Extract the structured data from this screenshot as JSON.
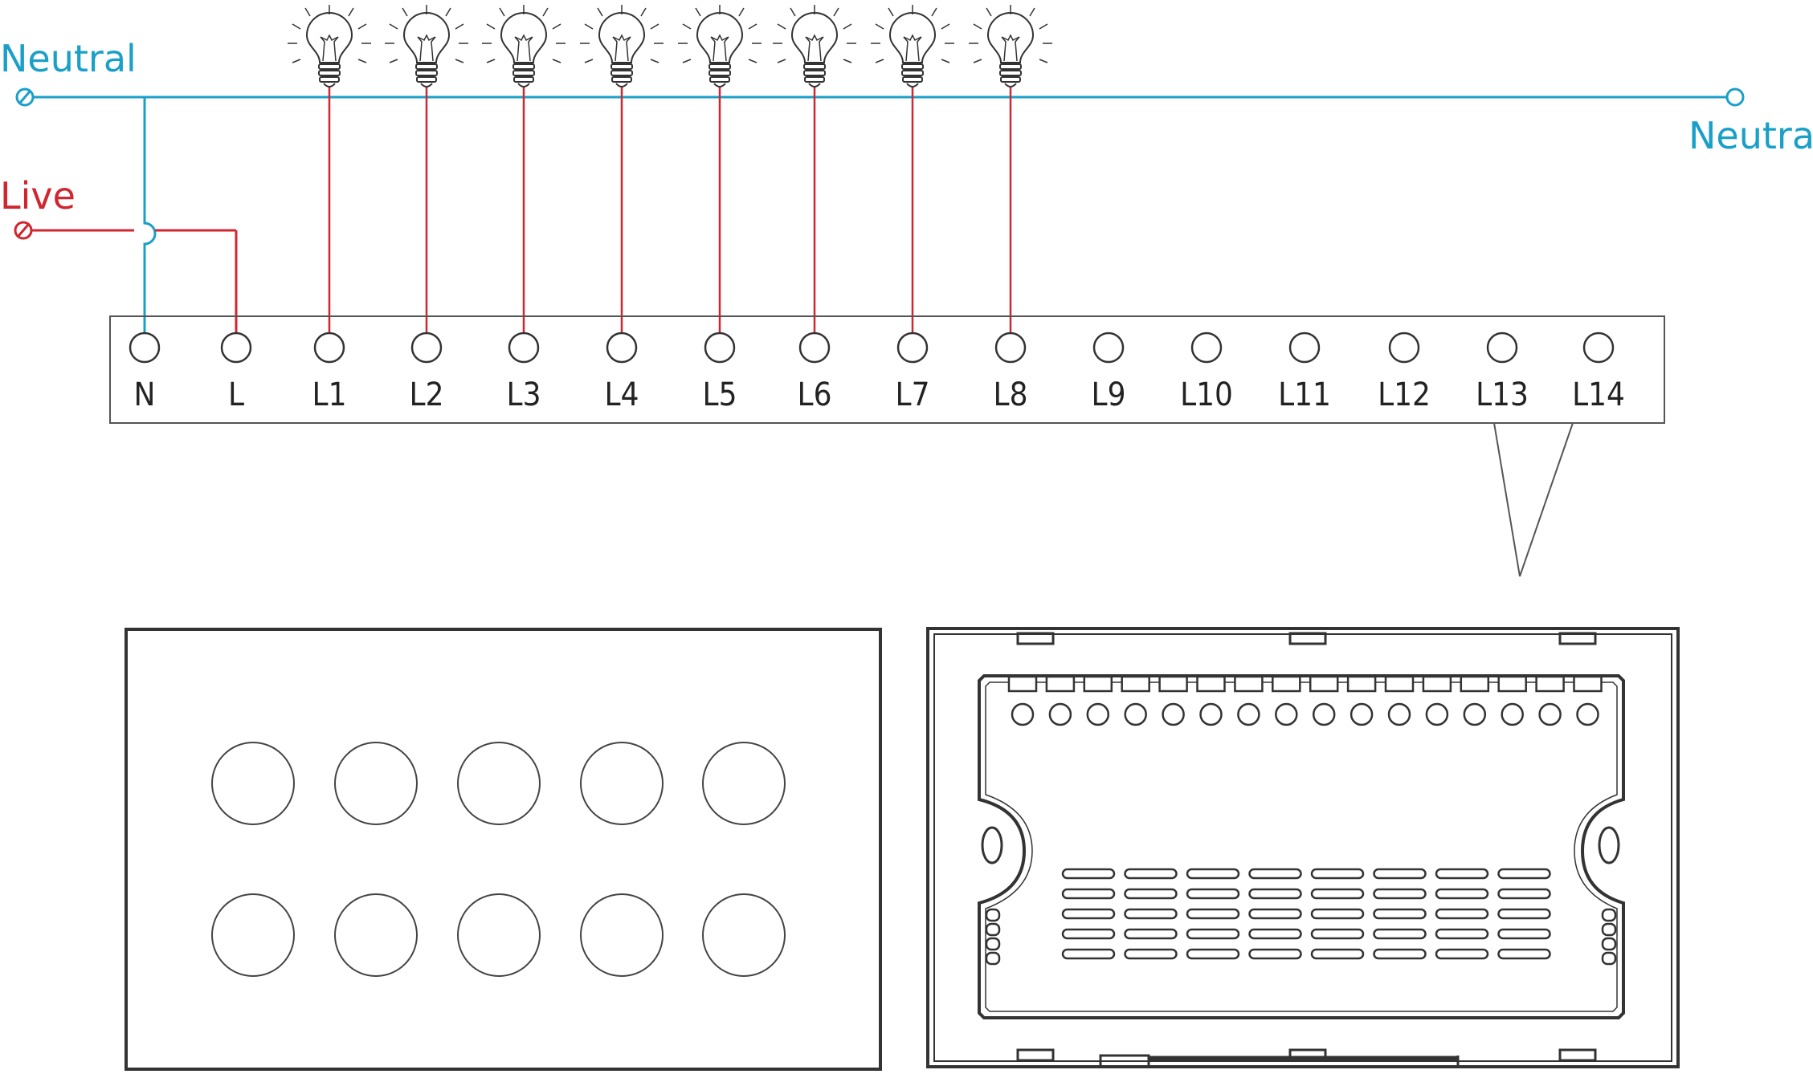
{
  "labels": {
    "neutral_left": "Neutral",
    "neutral_right": "Neutral",
    "live": "Live"
  },
  "terminals": [
    "N",
    "L",
    "L1",
    "L2",
    "L3",
    "L4",
    "L5",
    "L6",
    "L7",
    "L8",
    "L9",
    "L10",
    "L11",
    "L12",
    "L13",
    "L14"
  ],
  "connected_loads": [
    "L1",
    "L2",
    "L3",
    "L4",
    "L5",
    "L6",
    "L7",
    "L8"
  ],
  "front_panel": {
    "buttons_rows": 2,
    "buttons_per_row": 5
  },
  "back_panel": {
    "terminal_holes": 16,
    "vent_columns": 8,
    "vent_rows": 5
  },
  "colors": {
    "neutral": "#1aa0c8",
    "live": "#d0262f",
    "outline": "#333333"
  }
}
